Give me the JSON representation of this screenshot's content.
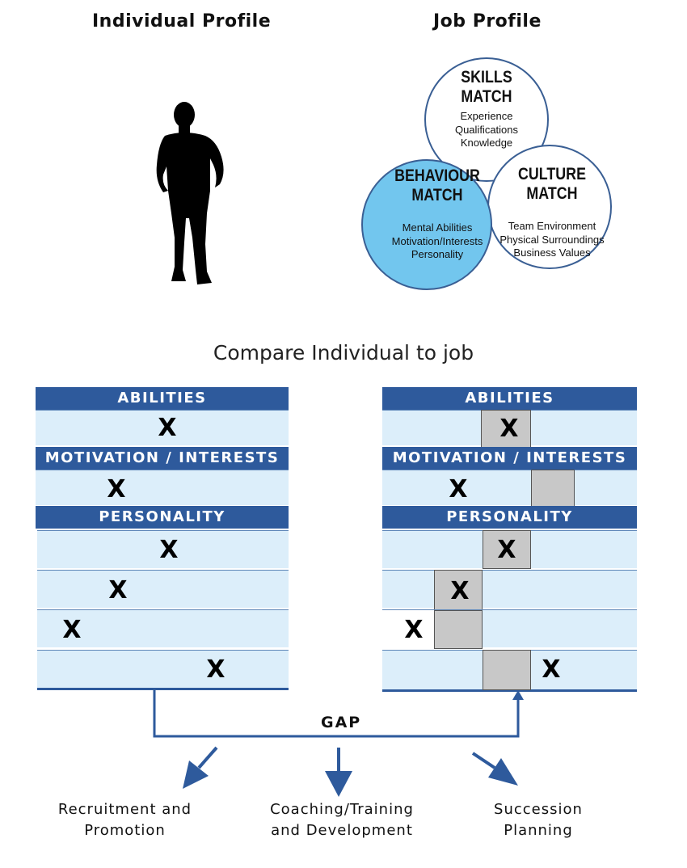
{
  "titles": {
    "individual": "Individual Profile",
    "job": "Job Profile"
  },
  "venn": {
    "skills": {
      "heading": "SKILLS\nMATCH",
      "lines": [
        "Experience",
        "Qualifications",
        "Knowledge"
      ]
    },
    "behaviour": {
      "heading": "BEHAVIOUR\nMATCH",
      "lines": [
        "Mental Abilities",
        "Motivation/Interests",
        "Personality"
      ]
    },
    "culture": {
      "heading": "CULTURE\nMATCH",
      "lines": [
        "Team Environment",
        "Physical Surroundings",
        "Business Values"
      ]
    }
  },
  "compare_heading": "Compare Individual to job",
  "sections": {
    "abilities": "ABILITIES",
    "motivation": "MOTIVATION / INTERESTS",
    "personality": "PERSONALITY"
  },
  "mark": "X",
  "gap_label": "GAP",
  "outcomes": {
    "recruitment": "Recruitment and\nPromotion",
    "coaching": "Coaching/Training\nand Development",
    "succession": "Succession\nPlanning"
  },
  "colors": {
    "header_blue": "#2e5a9c",
    "row_fill": "#dceefa",
    "behaviour_circle": "#72c6ee",
    "gap_gray": "#c8c8c8"
  }
}
